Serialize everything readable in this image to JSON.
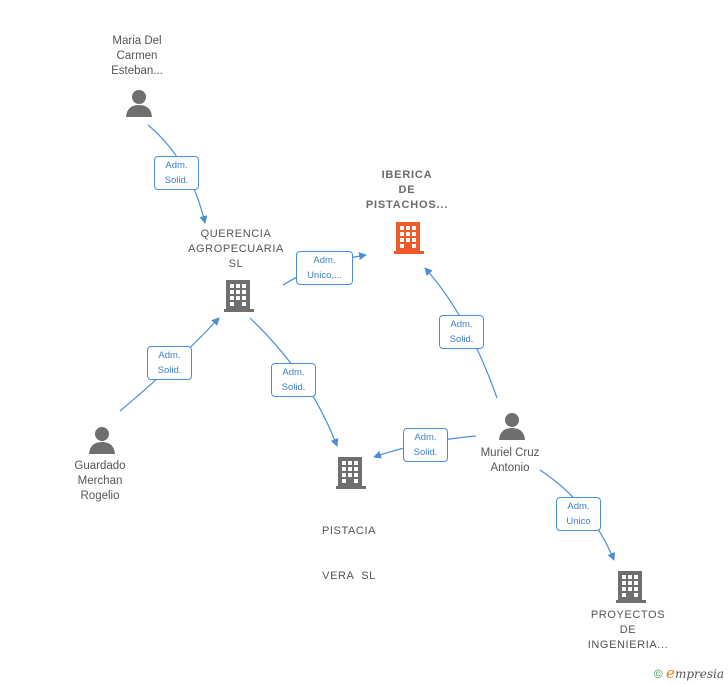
{
  "nodes": {
    "person_maria": {
      "label_lines": [
        "Maria Del",
        "Carmen",
        "Esteban..."
      ]
    },
    "company_querencia": {
      "label_lines": [
        "QUERENCIA",
        "AGROPECUARIA",
        "SL"
      ]
    },
    "company_iberica": {
      "label_lines": [
        "IBERICA",
        "DE",
        "PISTACHOS..."
      ]
    },
    "person_guardado": {
      "label_lines": [
        "Guardado",
        "Merchan",
        "Rogelio"
      ]
    },
    "company_pistacia": {
      "label_lines": [
        "PISTACIA",
        "VERA  SL"
      ]
    },
    "person_muriel": {
      "label_lines": [
        "Muriel Cruz",
        "Antonio"
      ]
    },
    "company_proyectos": {
      "label_lines": [
        "PROYECTOS",
        "DE",
        "INGENIERIA..."
      ]
    }
  },
  "edges": [
    {
      "from": "person_maria",
      "to": "company_querencia",
      "label_lines": [
        "Adm.",
        "Solid."
      ]
    },
    {
      "from": "company_querencia",
      "to": "company_iberica",
      "label_lines": [
        "Adm.",
        "Unico,..."
      ]
    },
    {
      "from": "person_guardado",
      "to": "company_querencia",
      "label_lines": [
        "Adm.",
        "Solid."
      ]
    },
    {
      "from": "company_querencia",
      "to": "company_pistacia",
      "label_lines": [
        "Adm.",
        "Solid."
      ]
    },
    {
      "from": "person_muriel",
      "to": "company_iberica",
      "label_lines": [
        "Adm.",
        "Solid."
      ]
    },
    {
      "from": "person_muriel",
      "to": "company_pistacia",
      "label_lines": [
        "Adm.",
        "Solid."
      ]
    },
    {
      "from": "person_muriel",
      "to": "company_proyectos",
      "label_lines": [
        "Adm.",
        "Unico"
      ]
    }
  ],
  "colors": {
    "person_icon": "#6f6f6f",
    "company_icon": "#6f6f6f",
    "focus_company_icon": "#ef5a2c",
    "edge": "#4a8ed8",
    "edge_label_text": "#3f7fc8"
  },
  "footer": {
    "copyright": "©",
    "brand_initial": "e",
    "brand_rest": "mpresia"
  }
}
